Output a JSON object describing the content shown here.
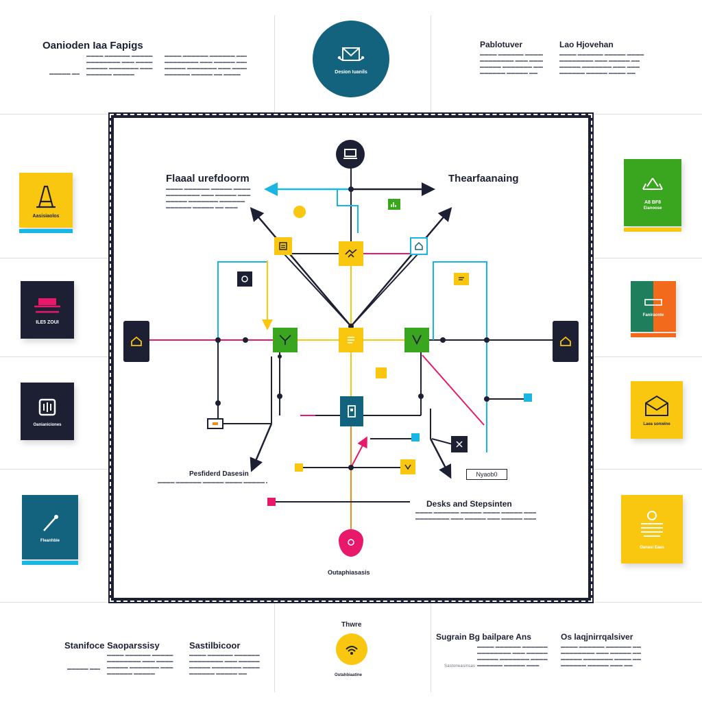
{
  "colors": {
    "navy": "#1d2033",
    "teal": "#13637e",
    "yellow": "#f9c70f",
    "green": "#3aa51f",
    "pink": "#e8196b",
    "cyan": "#19b5e3",
    "orange": "#f28a1d"
  },
  "header": {
    "left_title": "Oanioden Iaa Fapigs",
    "center_badge_label": "Desion Iuanils",
    "right_title_1": "Pablotuver",
    "right_title_2": "Lao Hjovehan"
  },
  "diagram": {
    "top_left_title": "Flaaal urefdoorm",
    "top_right_title": "Thearfaanaing",
    "bottom_left_label": "Pesfiderd Dasesin",
    "bottom_right_title": "Desks and Stepsinten",
    "value_box": "Nyaob0",
    "bottom_caption": "Outaphiasasis"
  },
  "left_tiles": [
    {
      "caption": "Aasisiaolos",
      "icon": "ladder-icon"
    },
    {
      "caption": "ILE5 ZOUI",
      "icon": "bed-icon"
    },
    {
      "caption": "Oanianiciones",
      "icon": "cube-icon"
    },
    {
      "caption": "Fleanhbie",
      "icon": "pin-icon"
    }
  ],
  "right_tiles": [
    {
      "caption": "A8 BF8",
      "caption2": "Eianoose",
      "icon": "recycle-icon"
    },
    {
      "caption": "Faniraonte",
      "icon": "split-icon"
    },
    {
      "caption": "Laea sonwine",
      "icon": "envelope-icon"
    },
    {
      "caption": "Oanasi Eaas",
      "icon": "globe-icon"
    }
  ],
  "footer": {
    "col1_title": "Stanifoce Saoparssisy",
    "col2_title": "Sastilbicoor",
    "center_label": "Thwre",
    "center_badge_label": "Outahbiaatine",
    "col3_title": "Sugrain Bg bailpare Ans",
    "col4_title": "Os laqjnirrqalsiver",
    "col3_sub": "Sastoneasinsas"
  }
}
